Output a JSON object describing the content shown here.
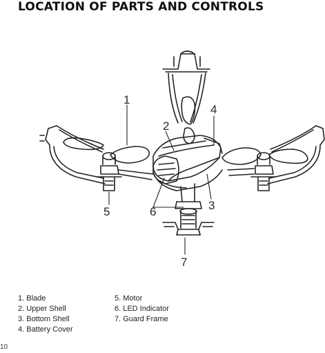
{
  "header": {
    "title": "LOCATION OF PARTS AND CONTROLS"
  },
  "diagram": {
    "subject": "quadcopter-drone",
    "callouts": [
      "1",
      "2",
      "3",
      "4",
      "5",
      "6",
      "7"
    ]
  },
  "legend": {
    "left_column": [
      "1. Blade",
      "2. Upper Shell",
      "3. Bottom Shell",
      "4. Battery Cover"
    ],
    "right_column": [
      "5. Motor",
      "6. LED Indicator",
      "7. Guard Frame"
    ]
  },
  "footer": {
    "page_number": "10"
  }
}
